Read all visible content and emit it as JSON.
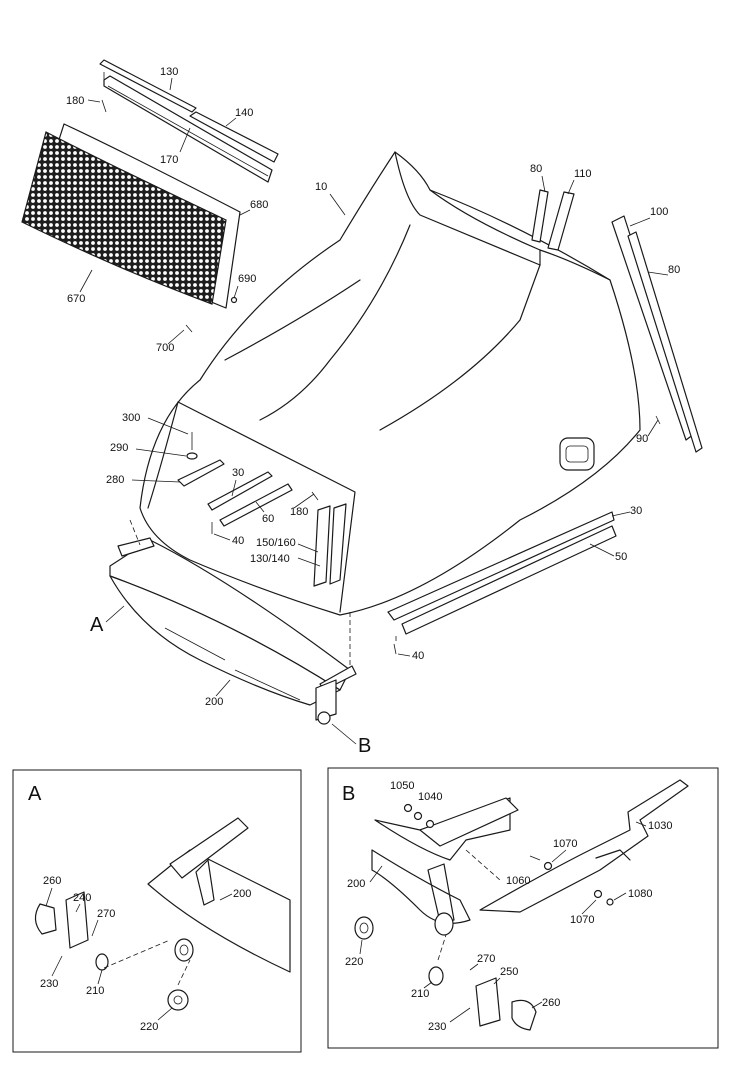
{
  "main": {
    "callouts": [
      "130",
      "180",
      "140",
      "170",
      "10",
      "680",
      "690",
      "670",
      "700",
      "80",
      "110",
      "100",
      "80",
      "300",
      "290",
      "280",
      "30",
      "60",
      "180",
      "40",
      "150/160",
      "130/140",
      "90",
      "30",
      "50",
      "40",
      "A",
      "200",
      "B"
    ]
  },
  "detail_a": {
    "letter": "A",
    "callouts": [
      "260",
      "240",
      "270",
      "200",
      "230",
      "210",
      "220"
    ]
  },
  "detail_b": {
    "letter": "B",
    "callouts": [
      "1050",
      "1040",
      "1030",
      "1070",
      "200",
      "1060",
      "1080",
      "1070",
      "220",
      "270",
      "250",
      "210",
      "260",
      "230"
    ]
  },
  "colors": {
    "line": "#1a1a1a",
    "background": "#ffffff"
  }
}
